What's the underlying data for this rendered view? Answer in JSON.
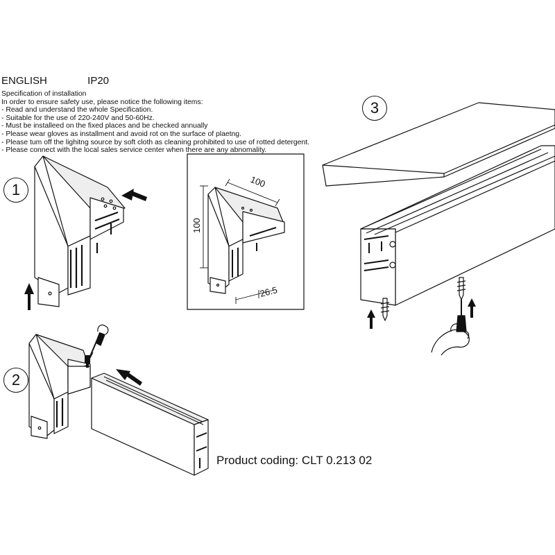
{
  "header": {
    "language": "ENGLISH",
    "ip_rating": "IP20"
  },
  "spec": {
    "title": "Specification of installation",
    "lines": [
      "In order to ensure safety use, please notice the following items:",
      "- Read and understand the whole Specification.",
      "- Suitable for the use of 220-240V and 50-60Hz.",
      "- Must be installeed on the fixed places and be checked annually",
      "- Please wear gloves as installment and avoid rot on the surface of plaetng.",
      "- Please tum off the lighitng source by soft cloth as cleaning prohibited to use of rotted detergent.",
      "- Please connect with the local sales service center when there are any abnomality."
    ]
  },
  "steps": {
    "one": "1",
    "two": "2",
    "three": "3"
  },
  "dimensions": {
    "width": "100",
    "height": "100",
    "depth": "26.5"
  },
  "product_coding": "Product coding: CLT 0.213 02",
  "icons": [
    "arrow-up-icon",
    "arrow-left-icon",
    "screwdriver-icon",
    "screw-icon",
    "hand-icon"
  ]
}
